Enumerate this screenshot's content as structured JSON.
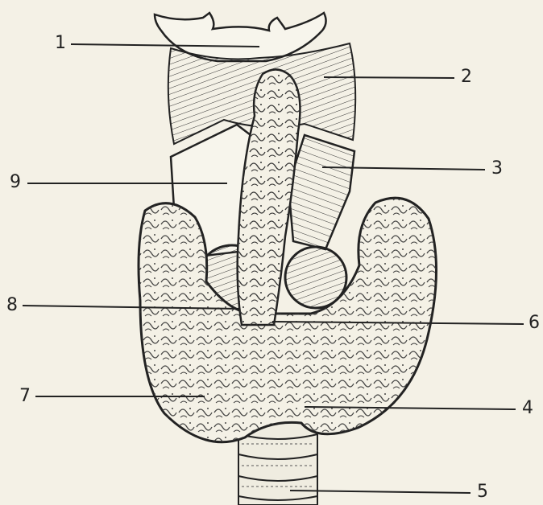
{
  "figure": {
    "background": "#f4f1e6",
    "ink": "#222222",
    "labels": [
      {
        "id": "l1",
        "text": "1"
      },
      {
        "id": "l2",
        "text": "2"
      },
      {
        "id": "l3",
        "text": "3"
      },
      {
        "id": "l4",
        "text": "4"
      },
      {
        "id": "l5",
        "text": "5"
      },
      {
        "id": "l6",
        "text": "6"
      },
      {
        "id": "l7",
        "text": "7"
      },
      {
        "id": "l8",
        "text": "8"
      },
      {
        "id": "l9",
        "text": "9"
      }
    ]
  }
}
